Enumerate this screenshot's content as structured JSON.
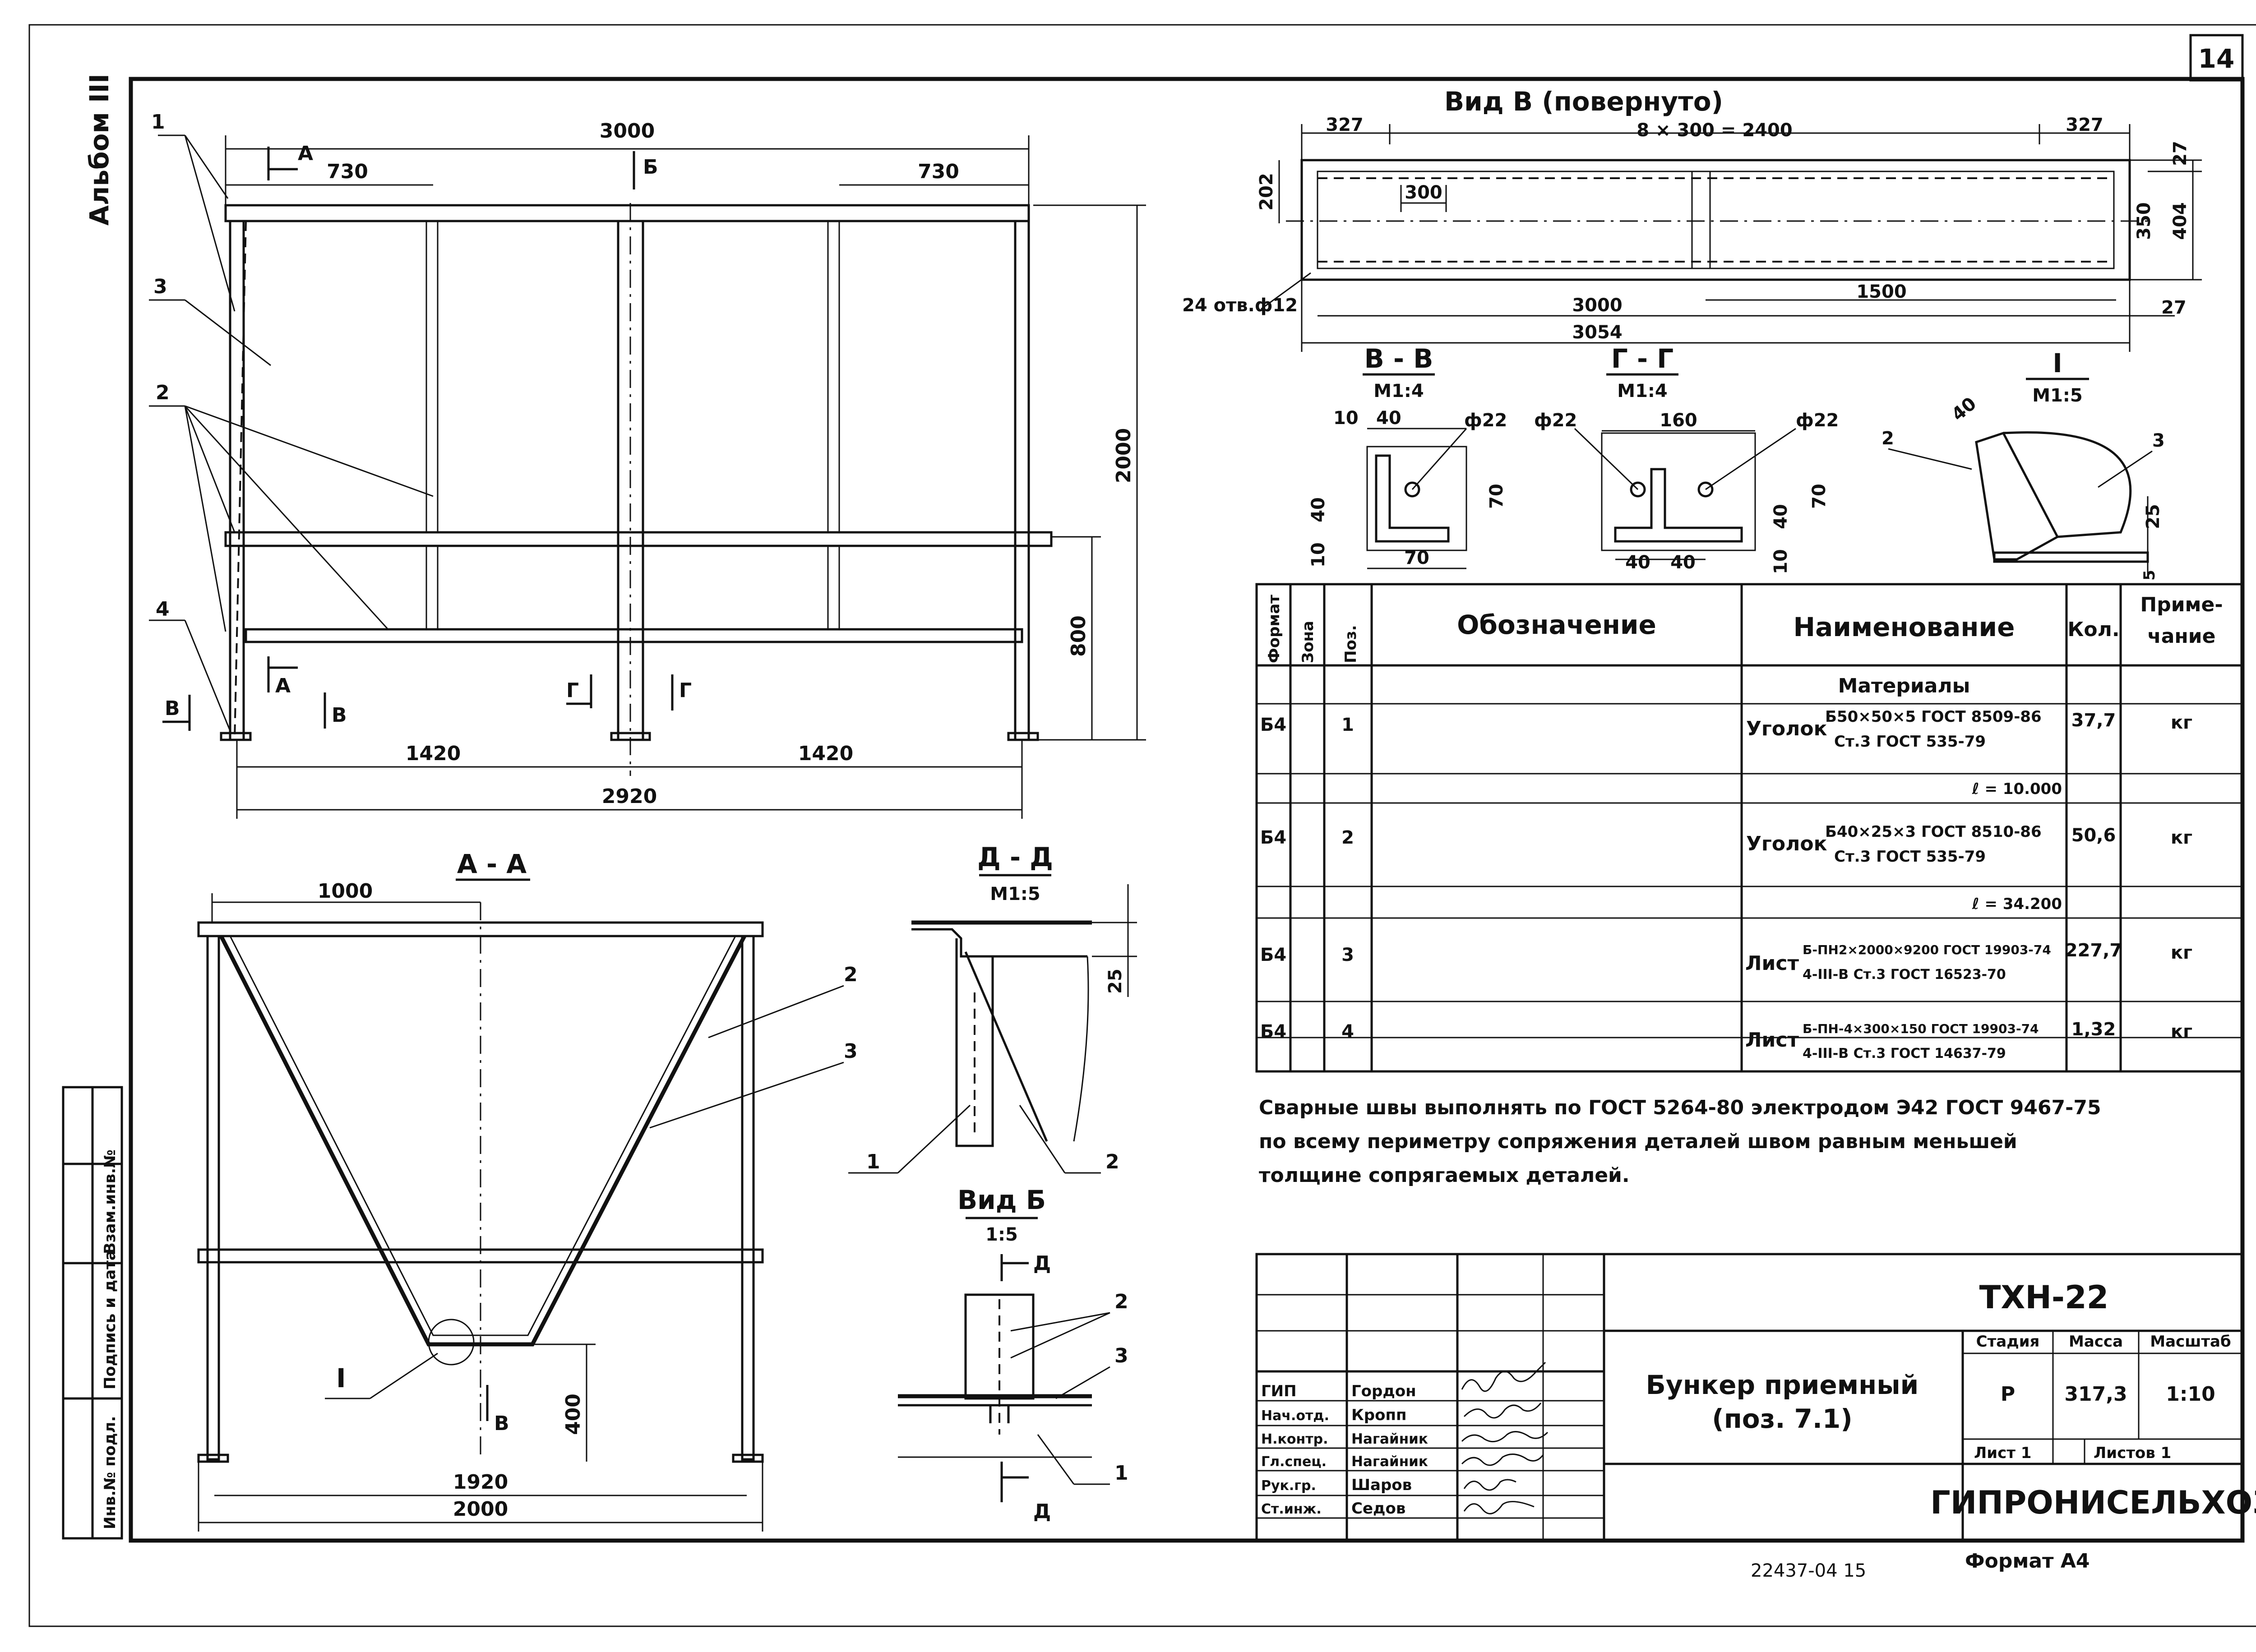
{
  "sheet_number": "14",
  "album": "Альбом III",
  "main_view": {
    "dims": {
      "overall_top": "3000",
      "left_730": "730",
      "right_730": "730",
      "height": "2000",
      "height_800": "800",
      "bottom_1420_left": "1420",
      "bottom_1420_right": "1420",
      "bottom_2920": "2920"
    },
    "section_marks": {
      "a_top": "А",
      "b_top": "Б",
      "a_bottom": "А",
      "v_left": "В",
      "v_right": "В",
      "g_left": "Г",
      "g_right": "Г"
    },
    "positions": {
      "p1": "1",
      "p2": "2",
      "p3": "3",
      "p4": "4"
    }
  },
  "view_b": {
    "title": "Вид В (повернуто)",
    "dims": {
      "left_327": "327",
      "mid": "8 × 300 = 2400",
      "right_327": "327",
      "d202": "202",
      "d300": "300",
      "d27_top": "27",
      "d350": "350",
      "d404": "404",
      "holes": "24 отв.ф12",
      "d3000": "3000",
      "d1500": "1500",
      "d3054": "3054",
      "d27_bottom": "27"
    }
  },
  "section_bb": {
    "title": "В - В",
    "scale": "М1:4",
    "d10": "10",
    "d40": "40",
    "phi": "ф22",
    "d70v": "70",
    "d40v": "40",
    "d10v": "10",
    "d70h": "70"
  },
  "section_gg": {
    "title": "Г - Г",
    "scale": "М1:4",
    "phi_left": "ф22",
    "d160": "160",
    "phi_right": "ф22",
    "d70": "70",
    "d40v": "40",
    "d10v": "10",
    "d40a": "40",
    "d40b": "40"
  },
  "detail_i": {
    "title": "I",
    "scale": "М1:5",
    "p2": "2",
    "d40": "40",
    "p3": "3",
    "d25": "25",
    "d5": "5"
  },
  "section_aa": {
    "title": "А - А",
    "d1000": "1000",
    "p2": "2",
    "p3": "3",
    "mark_i": "I",
    "mark_v": "В",
    "d400": "400",
    "d1920": "1920",
    "d2000": "2000"
  },
  "section_dd": {
    "title": "Д - Д",
    "scale": "М1:5",
    "d25": "25",
    "p1": "1",
    "p2": "2"
  },
  "view_b2": {
    "title": "Вид Б",
    "scale": "1:5",
    "mark_top": "Д",
    "mark_bottom": "Д",
    "p2": "2",
    "p3": "3",
    "p1": "1"
  },
  "table": {
    "headers": {
      "format": "Формат",
      "zone": "Зона",
      "pos": "Поз.",
      "designation": "Обозначение",
      "name": "Наименование",
      "qty": "Кол.",
      "note_line1": "Приме-",
      "note_line2": "чание"
    },
    "section": "Материалы",
    "rows": [
      {
        "format": "Б4",
        "pos": "1",
        "name_main": "Уголок",
        "name_top": "Б50×50×5 ГОСТ 8509-86",
        "name_bottom": "Ст.3 ГОСТ 535-79",
        "qty": "37,7",
        "note": "кг"
      },
      {
        "extra": "ℓ = 10.000"
      },
      {
        "format": "Б4",
        "pos": "2",
        "name_main": "Уголок",
        "name_top": "Б40×25×3 ГОСТ 8510-86",
        "name_bottom": "Ст.3 ГОСТ 535-79",
        "qty": "50,6",
        "note": "кг"
      },
      {
        "extra": "ℓ = 34.200"
      },
      {
        "format": "Б4",
        "pos": "3",
        "name_main": "Лист",
        "name_top": "Б-ПН2×2000×9200 ГОСТ 19903-74",
        "name_bottom": "4-III-В Ст.3 ГОСТ 16523-70",
        "qty": "227,7",
        "note": "кг"
      },
      {
        "format": "Б4",
        "pos": "4",
        "name_main": "Лист",
        "name_top": "Б-ПН-4×300×150 ГОСТ 19903-74",
        "name_bottom": "4-III-В Ст.3 ГОСТ 14637-79",
        "qty": "1,32",
        "note": "кг"
      }
    ]
  },
  "notes": [
    "Сварные швы выполнять по ГОСТ 5264-80 электродом Э42 ГОСТ 9467-75",
    "по всему периметру сопряжения деталей швом равным меньшей",
    "толщине сопрягаемых деталей."
  ],
  "title_block": {
    "code": "ТХН-22",
    "title_line1": "Бункер приемный",
    "title_line2": "(поз. 7.1)",
    "stage_label": "Стадия",
    "mass_label": "Масса",
    "scale_label": "Масштаб",
    "stage": "Р",
    "mass": "317,3",
    "scale": "1:10",
    "sheet_label": "Лист 1",
    "sheets_label": "Листов 1",
    "org": "ГИПРОНИСЕЛЬХОЗ",
    "people": [
      {
        "role": "ГИП",
        "name": "Гордон"
      },
      {
        "role": "Нач.отд.",
        "name": "Кропп"
      },
      {
        "role": "Н.контр.",
        "name": "Нагайник"
      },
      {
        "role": "Гл.спец.",
        "name": "Нагайник"
      },
      {
        "role": "Рук.гр.",
        "name": "Шаров"
      },
      {
        "role": "Ст.инж.",
        "name": "Седов"
      }
    ]
  },
  "side_stamp": {
    "inv": "Инв.№ подл.",
    "sign": "Подпись и дата",
    "vzam": "Взам.инв.№"
  },
  "bottom": {
    "doc_number": "22437-04 15",
    "format": "Формат А4"
  }
}
